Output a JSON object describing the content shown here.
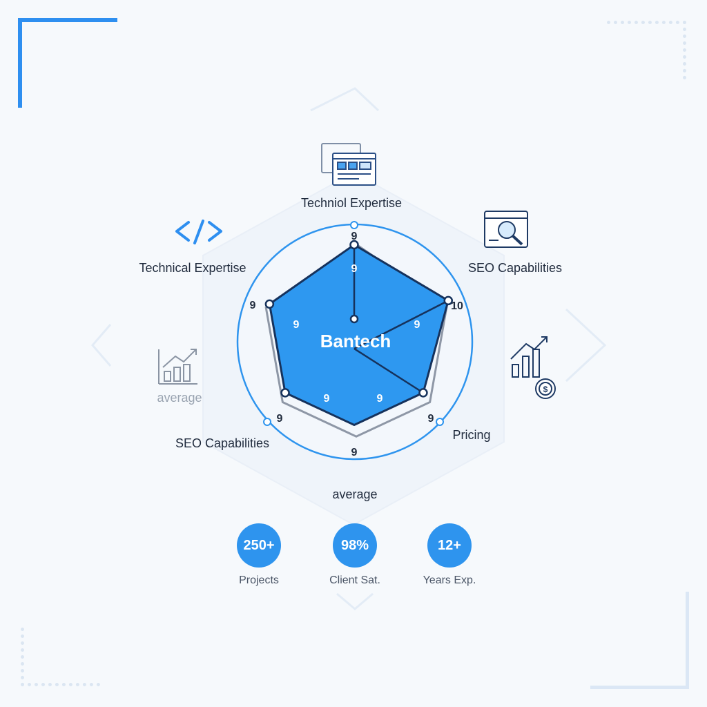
{
  "chart_data": {
    "type": "radar",
    "center_label": "Bantech",
    "axes": [
      {
        "label": "Techniol Expertise",
        "outer_value": "9"
      },
      {
        "label": "SEO Capabilities",
        "outer_value": "10"
      },
      {
        "label": "Pricing",
        "outer_value": "9"
      },
      {
        "label": "average",
        "outer_value": "9"
      },
      {
        "label": "SEO Capabilities",
        "outer_value": "9"
      },
      {
        "label": "Technical Expertise",
        "outer_value": "9"
      }
    ],
    "series": [
      {
        "values": [
          9,
          10,
          9,
          9,
          9,
          9
        ],
        "inner_labels": [
          "9",
          "9",
          "9",
          "9",
          "9",
          "9"
        ]
      }
    ],
    "side_label": "average",
    "max": 10
  },
  "stats": [
    {
      "value": "250+",
      "caption": "Projects"
    },
    {
      "value": "98%",
      "caption": "Client Sat."
    },
    {
      "value": "12+",
      "caption": "Years Exp."
    }
  ],
  "colors": {
    "accent": "#2e94ee",
    "dark": "#16325c",
    "light": "#eef4fb"
  }
}
